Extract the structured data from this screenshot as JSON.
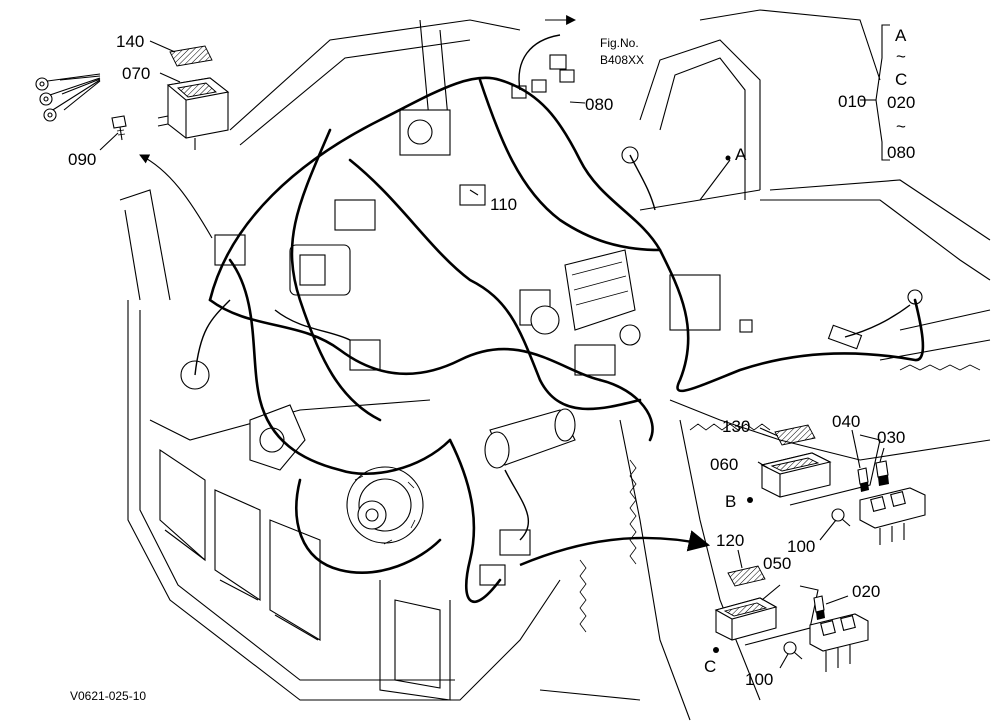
{
  "figure": {
    "fig_no_label": "Fig.No.",
    "fig_no_value": "B408XX",
    "footer_code": "V0621-025-10"
  },
  "range_bracket": {
    "ref": "010",
    "items": [
      "A",
      "~",
      "C",
      "020",
      "~",
      "080"
    ]
  },
  "callouts": {
    "p140": "140",
    "p070": "070",
    "p090": "090",
    "p080": "080",
    "p110": "110",
    "pA": "A",
    "p130": "130",
    "p040": "040",
    "p030": "030",
    "p060": "060",
    "pB": "B",
    "p100a": "100",
    "p120": "120",
    "p050": "050",
    "p020": "020",
    "pC": "C",
    "p100b": "100"
  }
}
